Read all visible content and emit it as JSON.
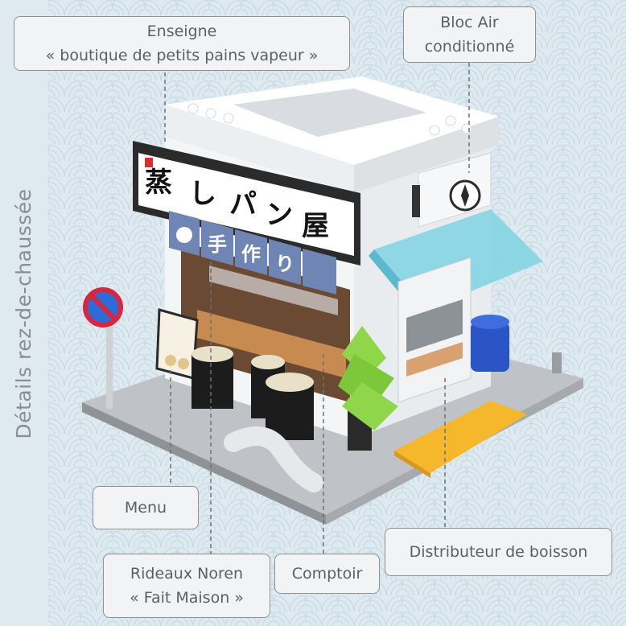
{
  "side_title": "Détails rez-de-chaussée",
  "callouts": {
    "sign": {
      "line1": "Enseigne",
      "line2": "« boutique de petits pains vapeur »"
    },
    "ac": {
      "line1": "Bloc Air",
      "line2": "conditionné"
    },
    "menu": {
      "line1": "Menu"
    },
    "noren": {
      "line1": "Rideaux Noren",
      "line2": "« Fait Maison »"
    },
    "counter": {
      "line1": "Comptoir"
    },
    "vending": {
      "line1": "Distributeur de boisson"
    }
  },
  "shop_sign_text": [
    "蒸",
    "し",
    "パ",
    "ン",
    "屋"
  ],
  "noren_text": [
    "手",
    "作",
    "り"
  ],
  "colors": {
    "background": "#dfeaf0",
    "wave_pattern": "#c9dce6",
    "callout_border": "#8c9196",
    "callout_text": "#5b6066",
    "side_title": "#8a8d91",
    "noren_blue": "#6f86b4",
    "awning": "#7fd3e3",
    "tree_green": "#8fd64a",
    "tactile_yellow": "#f5b82c",
    "barrel_blue": "#2b55c7"
  }
}
